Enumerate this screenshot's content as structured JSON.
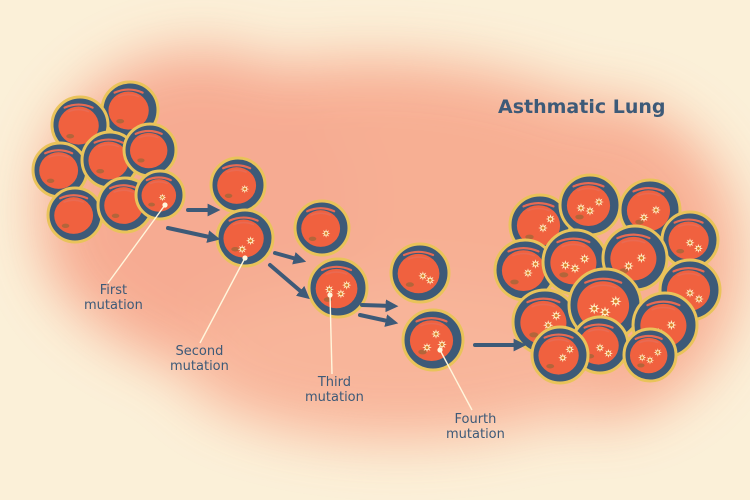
{
  "title": "Asthmatic Lung",
  "labels": {
    "first": [
      "First",
      "mutation"
    ],
    "second": [
      "Second",
      "mutation"
    ],
    "third": [
      "Third",
      "mutation"
    ],
    "fourth": [
      "Fourth",
      "mutation"
    ]
  },
  "colors": {
    "background": "#fbf0d8",
    "blush": "#f7a488",
    "cell_outline": "#e9c35a",
    "membrane": "#3d5a78",
    "nucleus": "#f0613f",
    "mutation_mark": "#fff2c8",
    "arrow": "#3d5a78",
    "text": "#3d5a78"
  }
}
